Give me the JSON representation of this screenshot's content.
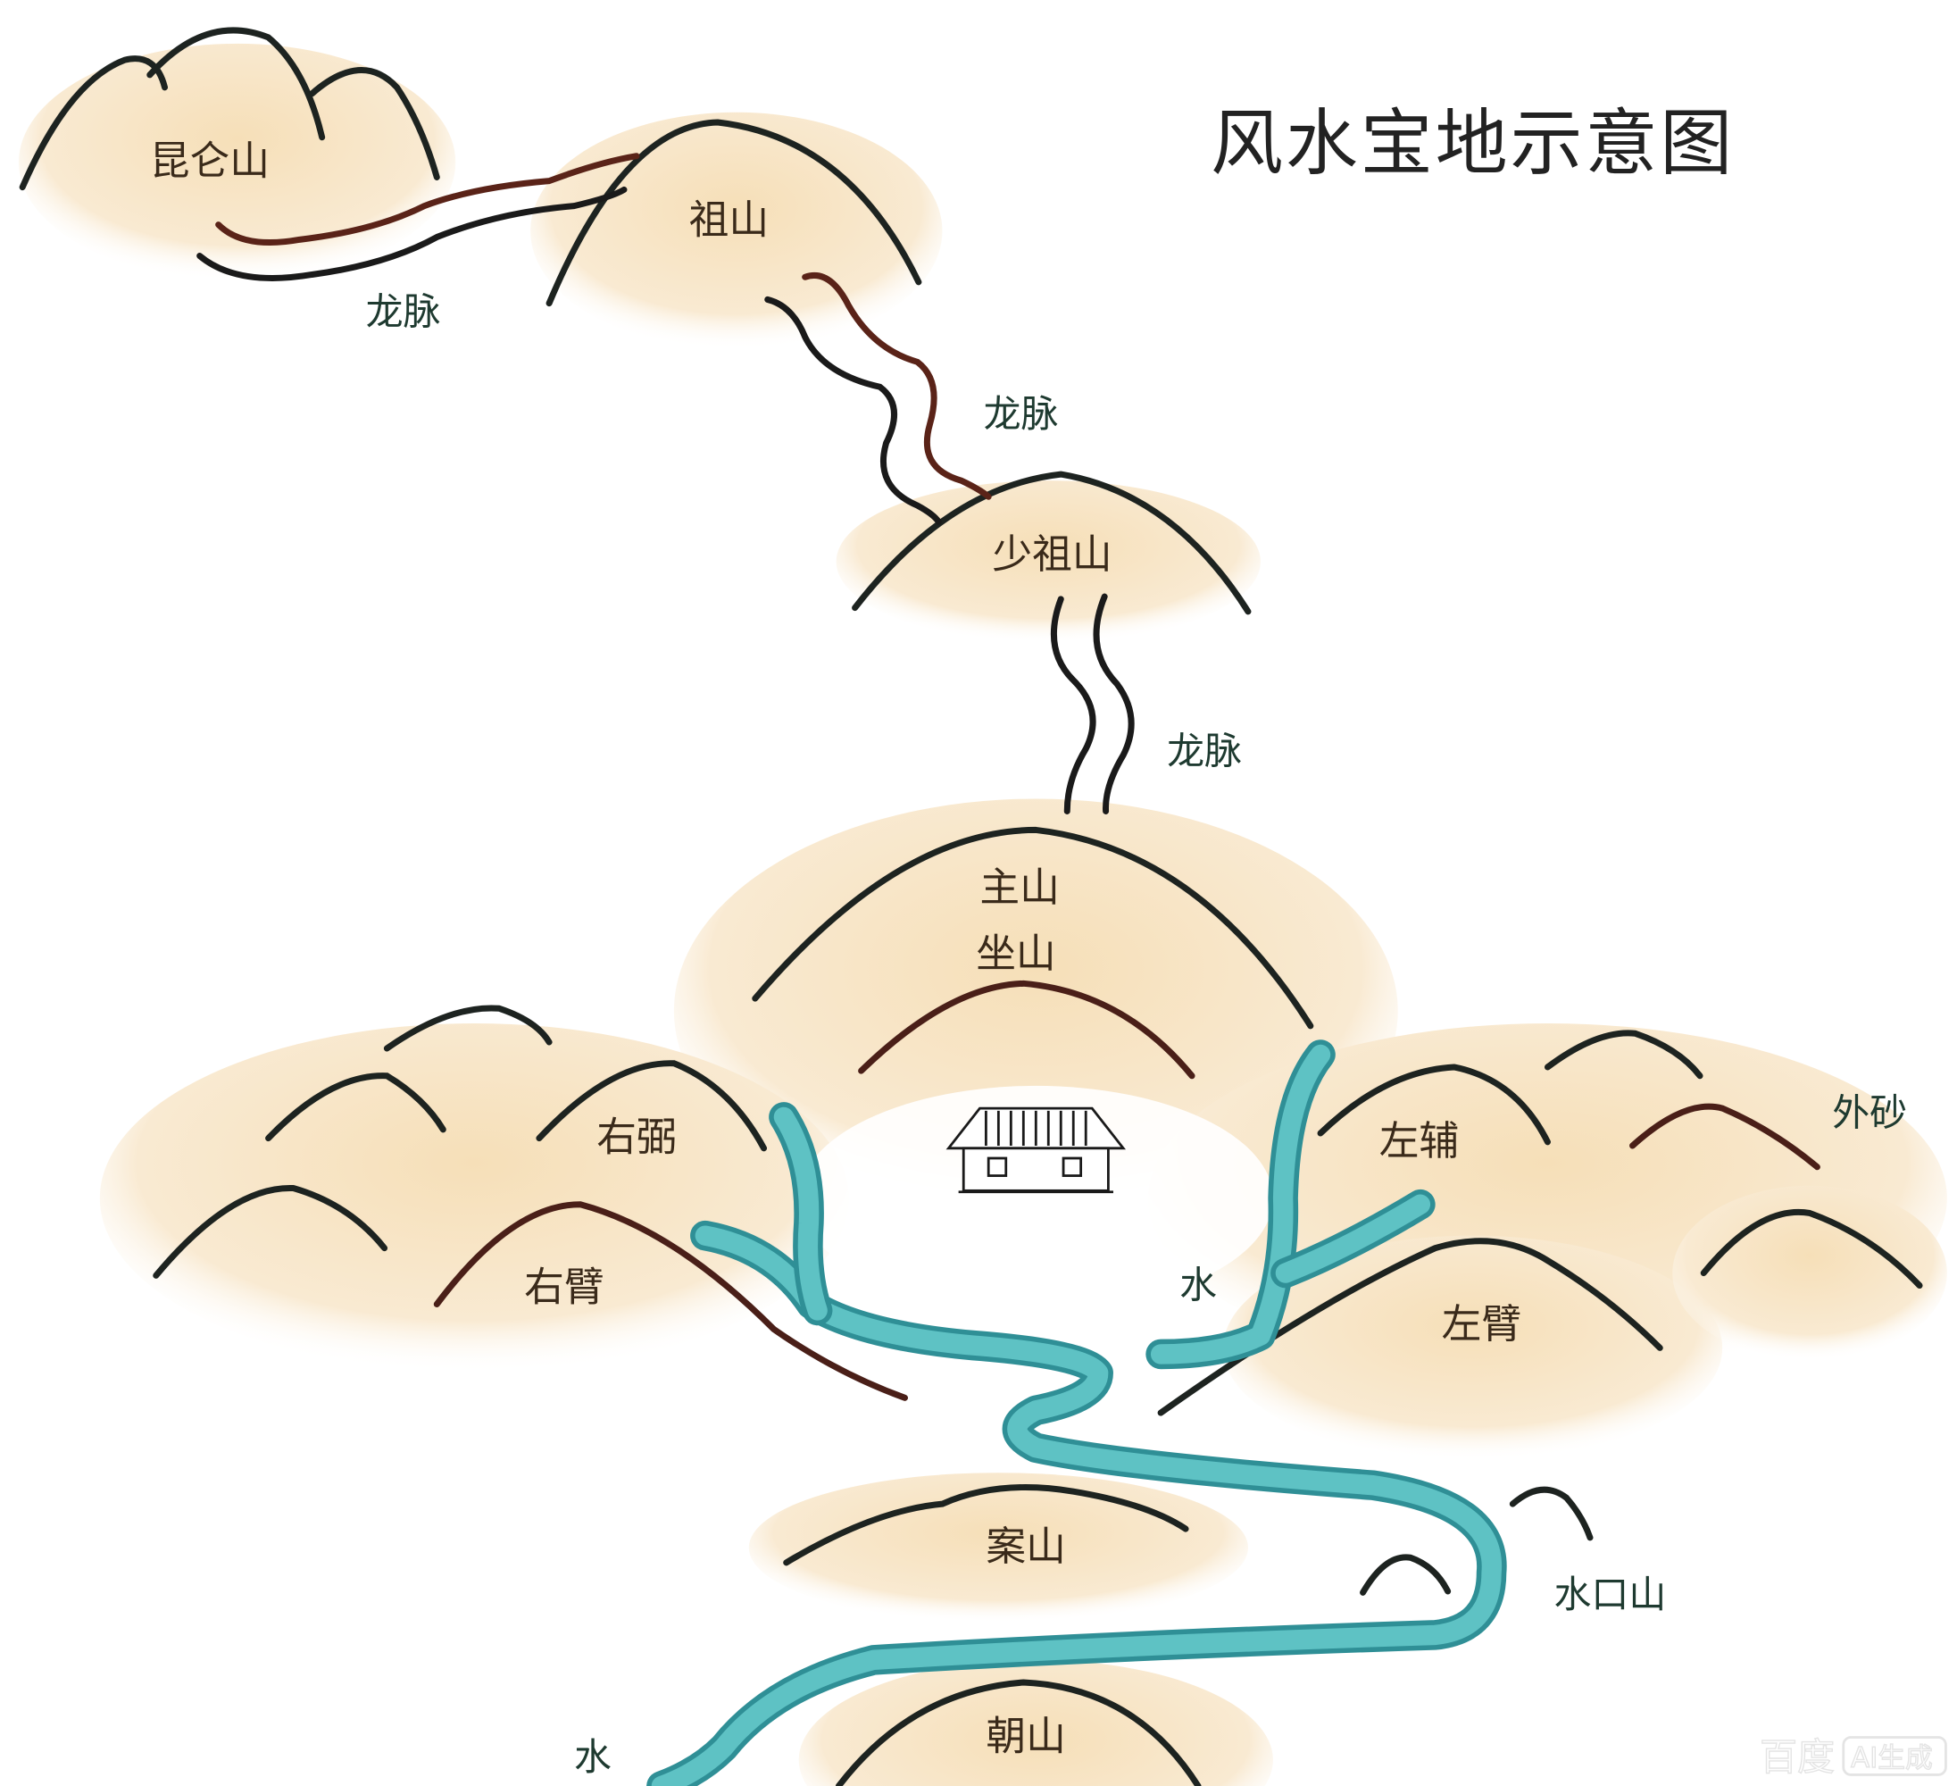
{
  "title": "风水宝地示意图",
  "labels": {
    "kunlun": "昆仑山",
    "zushan": "祖山",
    "shaozushan": "少祖山",
    "zhushan": "主山",
    "zuoshan": "坐山",
    "longmai_1": "龙脉",
    "longmai_2": "龙脉",
    "longmai_3": "龙脉",
    "youbi": "右弼",
    "youbi_arm": "右臂",
    "zuofu": "左辅",
    "zuobi_arm": "左臂",
    "waisha": "外砂",
    "shui_1": "水",
    "shui_2": "水",
    "anshan": "案山",
    "shuikoushan": "水口山",
    "chaoshan": "朝山"
  },
  "watermark": {
    "brand": "百度",
    "tag": "AI生成"
  },
  "colors": {
    "mountain": "#f8e5c6",
    "river": "#5ec2c4",
    "ink": "#1d2320"
  }
}
